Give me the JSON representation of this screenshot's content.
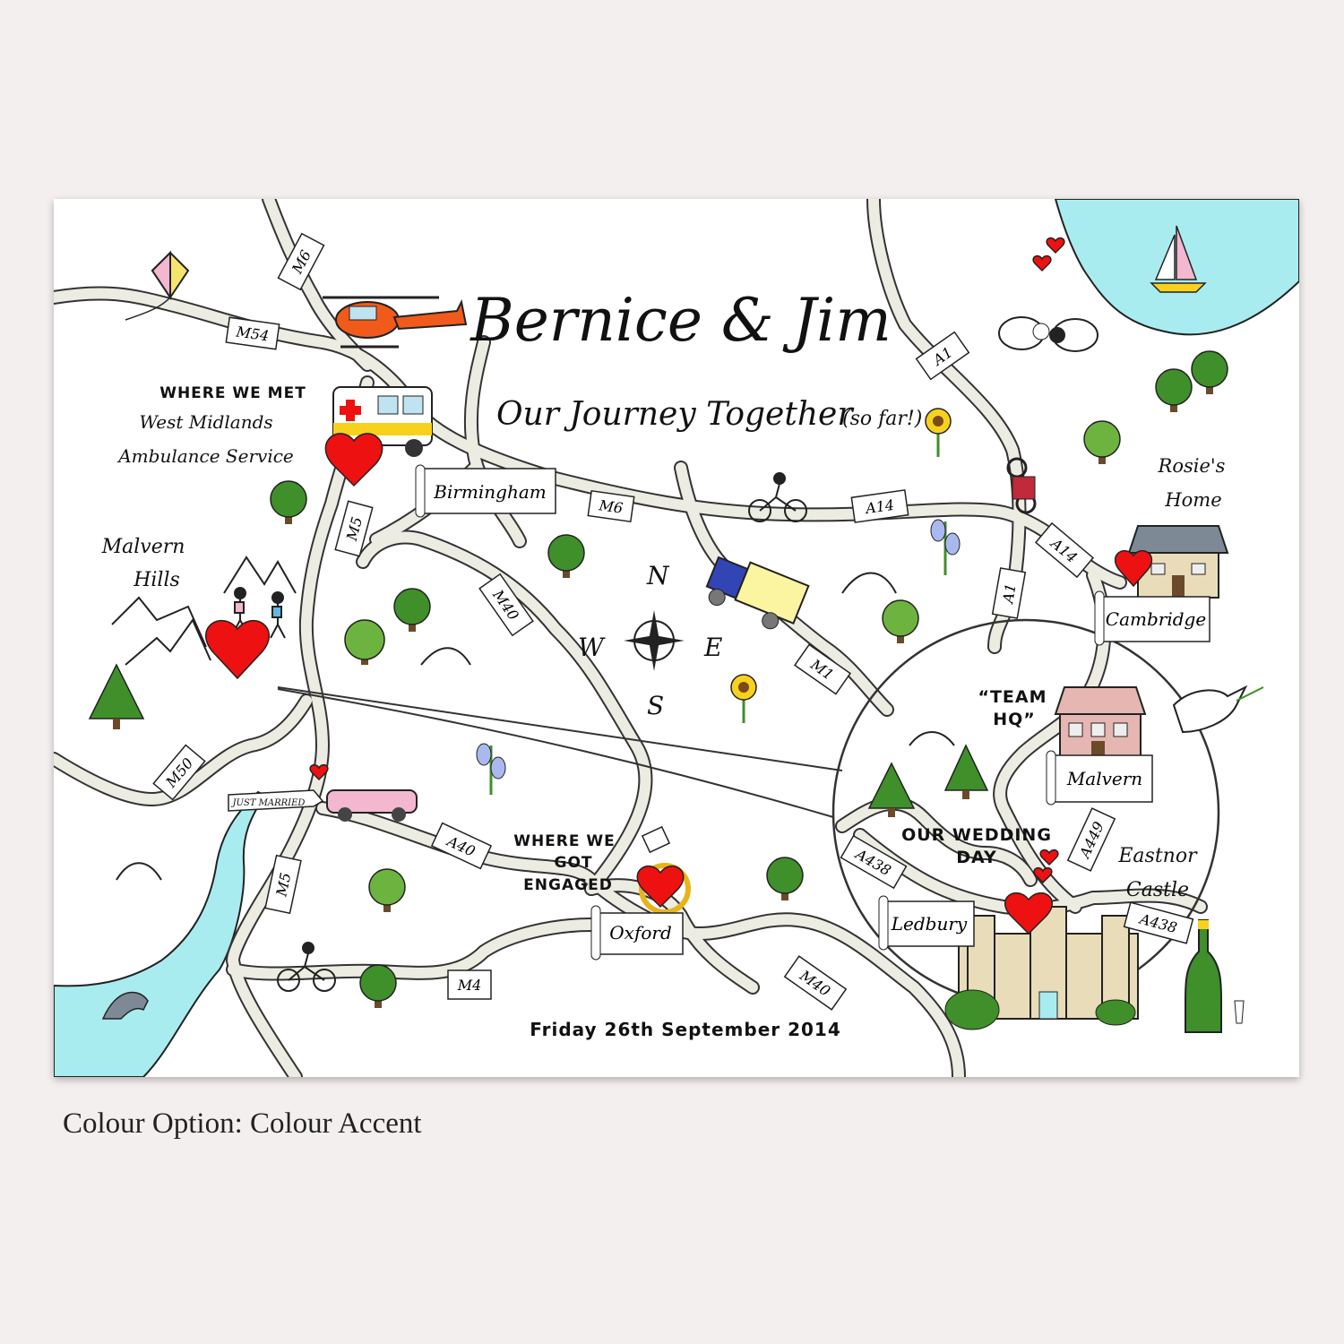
{
  "title": "Bernice & Jim",
  "subtitle": "Our Journey Together",
  "subtitle_aside": "(so far!)",
  "date": "Friday 26th September 2014",
  "caption": "Colour Option: Colour Accent",
  "compass": {
    "n": "N",
    "s": "S",
    "e": "E",
    "w": "W"
  },
  "roads": {
    "m6_top": "M6",
    "m54": "M54",
    "m6_mid": "M6",
    "a14_mid": "A14",
    "a1_top": "A1",
    "a14_right": "A14",
    "a1_right": "A1",
    "m5_top": "M5",
    "m40_mid": "M40",
    "m1": "M1",
    "m50": "M50",
    "a40": "A40",
    "m5_low": "M5",
    "m4": "M4",
    "m40_low": "M40",
    "a438_left": "A438",
    "a449": "A449",
    "a438_right": "A438"
  },
  "places": {
    "birmingham": "Birmingham",
    "cambridge": "Cambridge",
    "oxford": "Oxford",
    "malvern": "Malvern",
    "ledbury": "Ledbury"
  },
  "labels": {
    "where_we_met": "WHERE WE MET",
    "wm1": "West Midlands",
    "wm2": "Ambulance Service",
    "malvern_hills_1": "Malvern",
    "malvern_hills_2": "Hills",
    "rosie_1": "Rosie's",
    "rosie_2": "Home",
    "team_hq_1": "“TEAM",
    "team_hq_2": "HQ”",
    "eastnor_1": "Eastnor",
    "eastnor_2": "Castle",
    "engaged_1": "WHERE WE",
    "engaged_2": "GOT",
    "engaged_3": "ENGAGED",
    "wedding_1": "OUR WEDDING",
    "wedding_2": "DAY",
    "just_married": "JUST MARRIED"
  },
  "colors": {
    "background": "#f4efef",
    "card": "#ffffff",
    "road_fill": "#ecece2",
    "road_edge": "#333333",
    "heart": "#ee1111",
    "water": "#a9ecf0",
    "tree": "#3f8f2a"
  }
}
